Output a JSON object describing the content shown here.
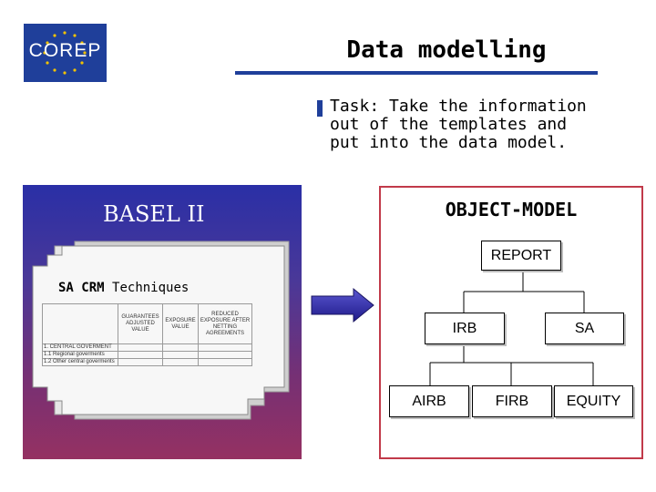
{
  "logo": {
    "text": "COREP",
    "color": "#1f3f9a"
  },
  "title": "Data modelling",
  "task": "Task: Take the information\nout of the templates and\nput into the data model.",
  "basel": {
    "title": "BASEL II",
    "sa": "SA",
    "crm": "CRM",
    "techniques": "Techniques",
    "table": {
      "headers": [
        "GUARANTEES ADJUSTED VALUE",
        "EXPOSURE VALUE",
        "REDUCED EXPOSURE AFTER NETTING AGREEMENTS"
      ],
      "rows": [
        "1. CENTRAL GOVERMENT",
        "1.1 Regional goverments",
        "1.2 Other central goverments"
      ]
    }
  },
  "object_model": {
    "title": "OBJECT-MODEL",
    "nodes": {
      "report": "REPORT",
      "irb": "IRB",
      "sa": "SA",
      "airb": "AIRB",
      "firb": "FIRB",
      "equity": "EQUITY"
    }
  }
}
